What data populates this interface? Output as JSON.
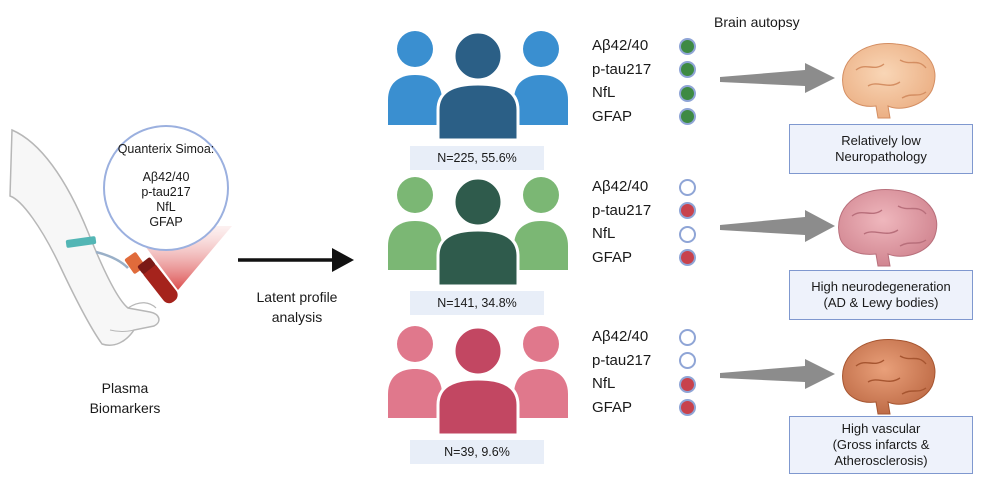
{
  "callout": {
    "title": "Quanterix Simoa:",
    "biomarkers": [
      "Aβ42/40",
      "p-tau217",
      "NfL",
      "GFAP"
    ]
  },
  "source_label": [
    "Plasma",
    "Biomarkers"
  ],
  "analysis_label": [
    "Latent profile",
    "analysis"
  ],
  "autopsy_label": "Brain autopsy",
  "colors": {
    "profile1": "#3a8fd0",
    "profile1_front": "#2b5f86",
    "profile2": "#7bb774",
    "profile2_front": "#2f5b4c",
    "profile3": "#e0788c",
    "profile3_front": "#c24762",
    "dot_green": "#3e8a43",
    "dot_red": "#c8424c",
    "box_border": "#7f98cf",
    "box_fill": "#eef2fb"
  },
  "profiles": [
    {
      "count_label": "N=225, 55.6%",
      "markers": [
        {
          "name": "Aβ42/40",
          "status": "green"
        },
        {
          "name": "p-tau217",
          "status": "green"
        },
        {
          "name": "NfL",
          "status": "green"
        },
        {
          "name": "GFAP",
          "status": "green"
        }
      ],
      "outcome": [
        "Relatively low",
        "Neuropathology"
      ]
    },
    {
      "count_label": "N=141, 34.8%",
      "markers": [
        {
          "name": "Aβ42/40",
          "status": "empty"
        },
        {
          "name": "p-tau217",
          "status": "red"
        },
        {
          "name": "NfL",
          "status": "empty"
        },
        {
          "name": "GFAP",
          "status": "red"
        }
      ],
      "outcome": [
        "High neurodegeneration",
        "(AD & Lewy bodies)"
      ]
    },
    {
      "count_label": "N=39, 9.6%",
      "markers": [
        {
          "name": "Aβ42/40",
          "status": "empty"
        },
        {
          "name": "p-tau217",
          "status": "empty"
        },
        {
          "name": "NfL",
          "status": "red"
        },
        {
          "name": "GFAP",
          "status": "red"
        }
      ],
      "outcome": [
        "High vascular",
        "(Gross infarcts &",
        "Atherosclerosis)"
      ]
    }
  ]
}
